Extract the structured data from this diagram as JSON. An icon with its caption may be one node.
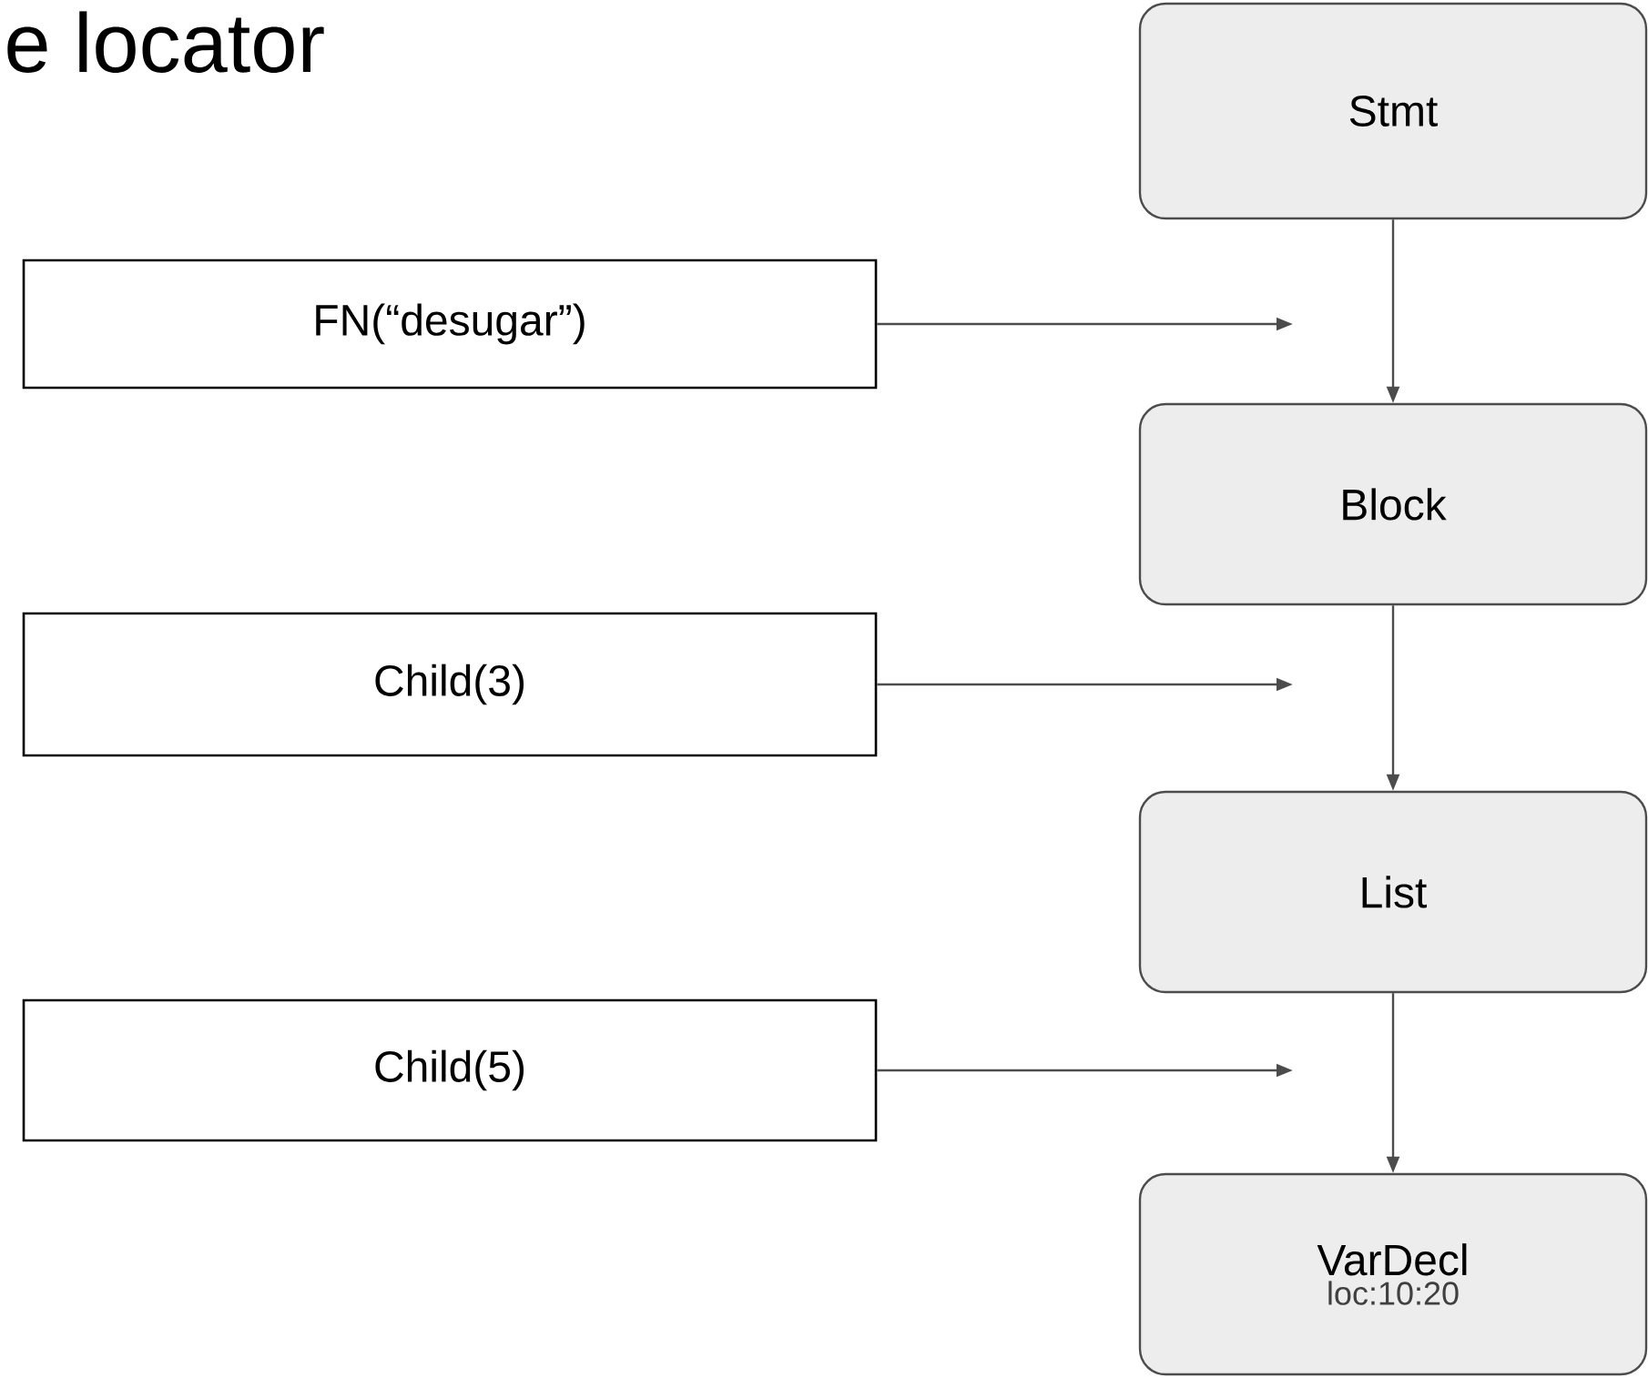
{
  "diagram": {
    "title": "e locator",
    "nodes": [
      {
        "text": [
          "Stmt"
        ]
      },
      {
        "text": [
          "Block"
        ]
      },
      {
        "text": [
          "List"
        ]
      },
      {
        "text": [
          "VarDecl",
          "loc:10:20"
        ]
      },
      {
        "text": [
          "FN(“desugar”)"
        ]
      },
      {
        "text": [
          "Child(3)"
        ]
      },
      {
        "text": [
          "Child(5)"
        ]
      }
    ],
    "edges": [
      {
        "from": 0,
        "to": 1,
        "arrow": "to"
      },
      {
        "from": 1,
        "to": 2,
        "arrow": "to"
      },
      {
        "from": 2,
        "to": 3,
        "arrow": "to"
      },
      {
        "from": 4,
        "to": null,
        "arrow": "to"
      },
      {
        "from": 5,
        "to": null,
        "arrow": "to"
      },
      {
        "from": 6,
        "to": null,
        "arrow": "to"
      }
    ]
  }
}
